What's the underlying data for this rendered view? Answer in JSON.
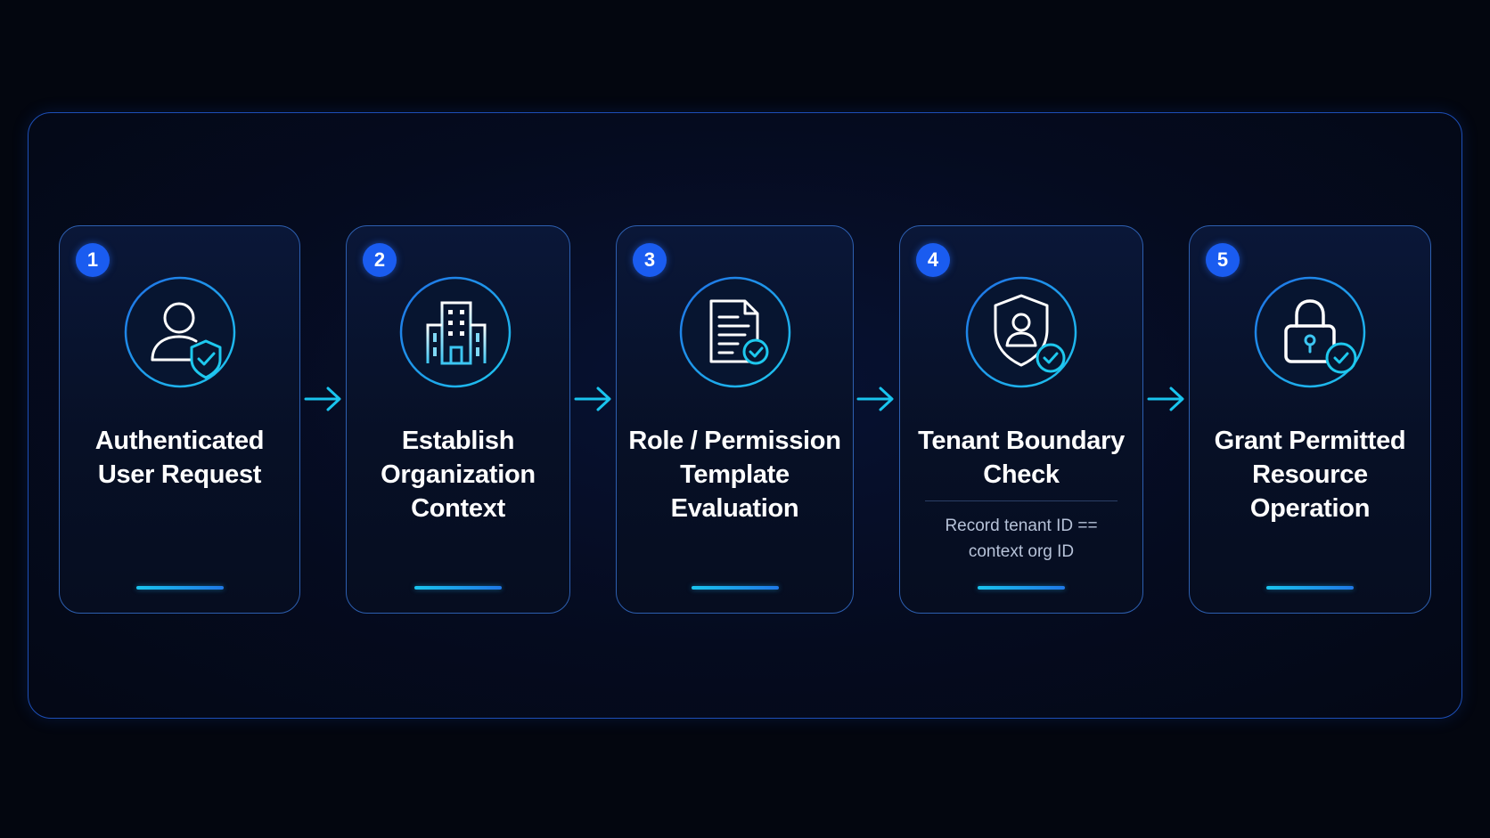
{
  "steps": [
    {
      "number": "1",
      "title_lines": [
        "Authenticated",
        "User Request"
      ],
      "icon": "user-shield-icon"
    },
    {
      "number": "2",
      "title_lines": [
        "Establish",
        "Organization",
        "Context"
      ],
      "icon": "building-icon"
    },
    {
      "number": "3",
      "title_lines": [
        "Role / Permission",
        "Template",
        "Evaluation"
      ],
      "icon": "document-check-icon"
    },
    {
      "number": "4",
      "title_lines": [
        "Tenant Boundary",
        "Check"
      ],
      "note_lines": [
        "Record tenant ID ==",
        "context org ID"
      ],
      "icon": "shield-user-check-icon"
    },
    {
      "number": "5",
      "title_lines": [
        "Grant Permitted",
        "Resource",
        "Operation"
      ],
      "icon": "lock-check-icon"
    }
  ],
  "colors": {
    "background": "#03060f",
    "frame_border": "#1d4fb8",
    "badge": "#1a5cf0",
    "accent_cyan": "#19c4ee",
    "icon_blue": "#3aa0f0"
  }
}
